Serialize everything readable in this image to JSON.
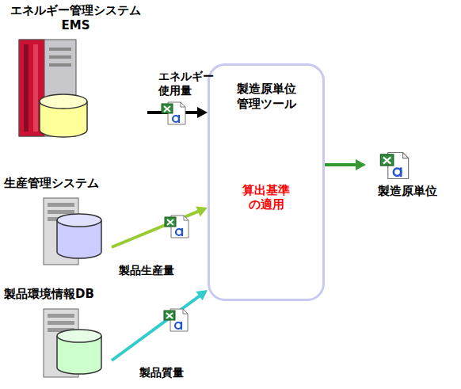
{
  "diagram": {
    "nodes": [
      {
        "text": [
          "エネルギー管理システム EMS"
        ]
      },
      {
        "text": [
          "生産管理システム"
        ]
      },
      {
        "text": [
          "製品環境情報DB"
        ]
      },
      {
        "text": [
          "製造原単位管理ツール",
          "算出基準の適用"
        ]
      },
      {
        "text": [
          "製造原単位"
        ]
      }
    ],
    "edges": [
      {
        "from": 0,
        "to": 3,
        "label": "エネルギー 使用量",
        "arrow": "to"
      },
      {
        "from": 1,
        "to": 3,
        "label": "製品生産量",
        "arrow": "to"
      },
      {
        "from": 2,
        "to": 3,
        "label": "製品質量",
        "arrow": "to"
      },
      {
        "from": 3,
        "to": 4,
        "arrow": "to"
      }
    ]
  }
}
